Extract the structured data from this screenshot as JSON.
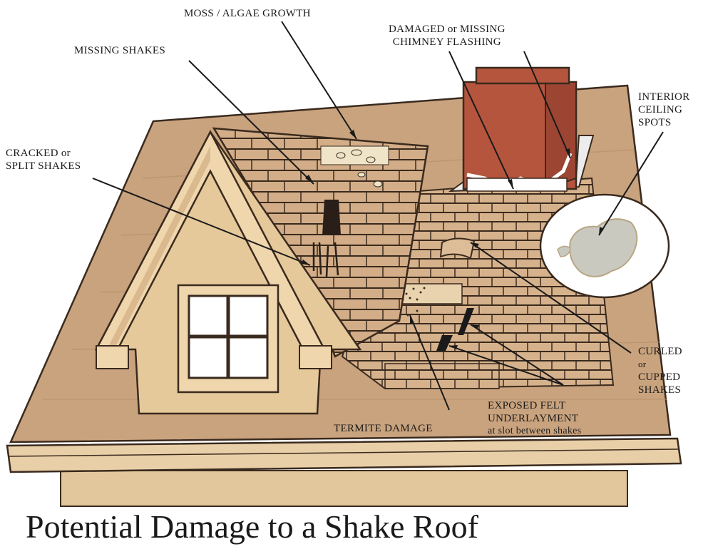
{
  "title": "Potential Damage to a Shake Roof",
  "labels": {
    "moss": [
      "MOSS / ALGAE GROWTH"
    ],
    "missing_shakes": [
      "MISSING SHAKES"
    ],
    "chimney_flashing": [
      "DAMAGED or MISSING",
      "CHIMNEY FLASHING"
    ],
    "cracked": [
      "CRACKED or",
      "SPLIT SHAKES"
    ],
    "interior": [
      "INTERIOR",
      "CEILING",
      "SPOTS"
    ],
    "curled": [
      "CURLED",
      "or",
      "CUPPED",
      "SHAKES"
    ],
    "exposed_felt": [
      "EXPOSED FELT",
      "UNDERLAYMENT",
      "at slot between shakes"
    ],
    "termite": [
      "TERMITE DAMAGE"
    ]
  },
  "colors": {
    "roof": "#c8a27c",
    "roof_dark": "#b58f6a",
    "shake": "#d4b08a",
    "shake_line": "#3a2a1e",
    "chimney": "#b5553e",
    "chimney_dark": "#8f3d2b",
    "dormer_wall": "#e6c99a",
    "trim": "#efd6ad",
    "flashing": "#e8e8e8",
    "spot": "#c9c9c0"
  }
}
